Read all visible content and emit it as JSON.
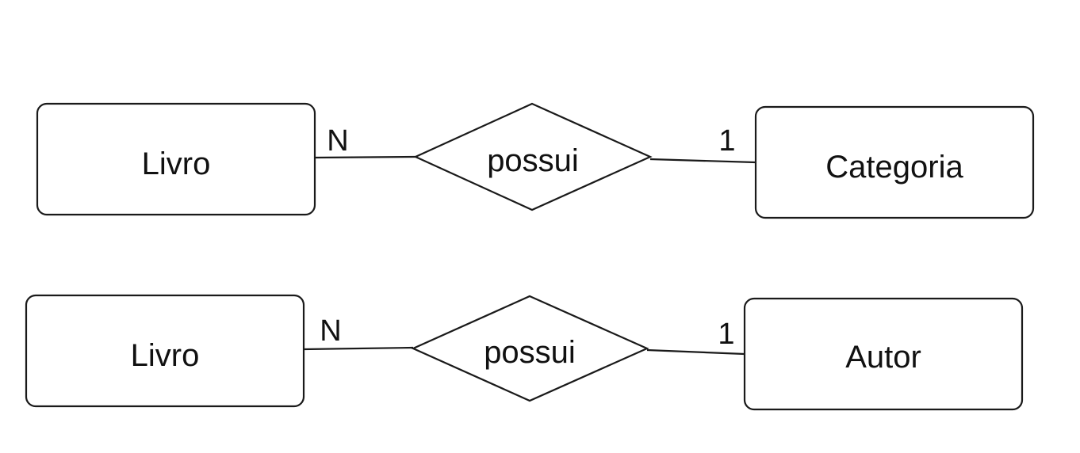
{
  "rows": [
    {
      "left_entity": "Livro",
      "relationship": "possui",
      "right_entity": "Categoria",
      "left_cardinality": "N",
      "right_cardinality": "1"
    },
    {
      "left_entity": "Livro",
      "relationship": "possui",
      "right_entity": "Autor",
      "left_cardinality": "N",
      "right_cardinality": "1"
    }
  ]
}
